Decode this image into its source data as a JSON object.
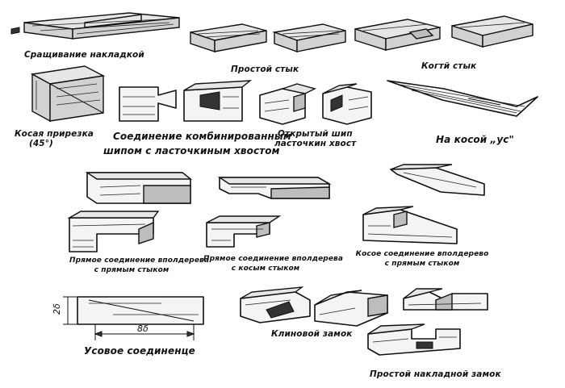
{
  "labels": {
    "splice_overlay": "Сращивание накладкой",
    "simple_butt": "Простой стык",
    "claw_joint": "Когтй стык",
    "oblique_cut": "Косая прирезка",
    "oblique_cut_angle": "(45°)",
    "combined_tenon_line1": "Соединение комбинированным",
    "combined_tenon_line2": "шипом с ласточкиным хвостом",
    "open_dovetail_line1": "Открытый шип",
    "open_dovetail_line2": "ласточкин хвост",
    "miter_us": "На косой „ус\"",
    "half_lap_straight_line1": "Прямое соединение вполдерева",
    "half_lap_straight_line2": "с прямым стыком",
    "half_lap_oblique_line1": "Прямое соединение вполдерева",
    "half_lap_oblique_line2": "с косым стыком",
    "oblique_half_lap_line1": "Косое соединение вполдерево",
    "oblique_half_lap_line2": "с прямым стыком",
    "scarf_joint": "Усовое соединенце",
    "wedge_lock": "Клиновой замок",
    "simple_overlay_lock": "Простой накладной замок"
  },
  "dimensions": {
    "thickness": "2δ",
    "length": "8δ"
  }
}
